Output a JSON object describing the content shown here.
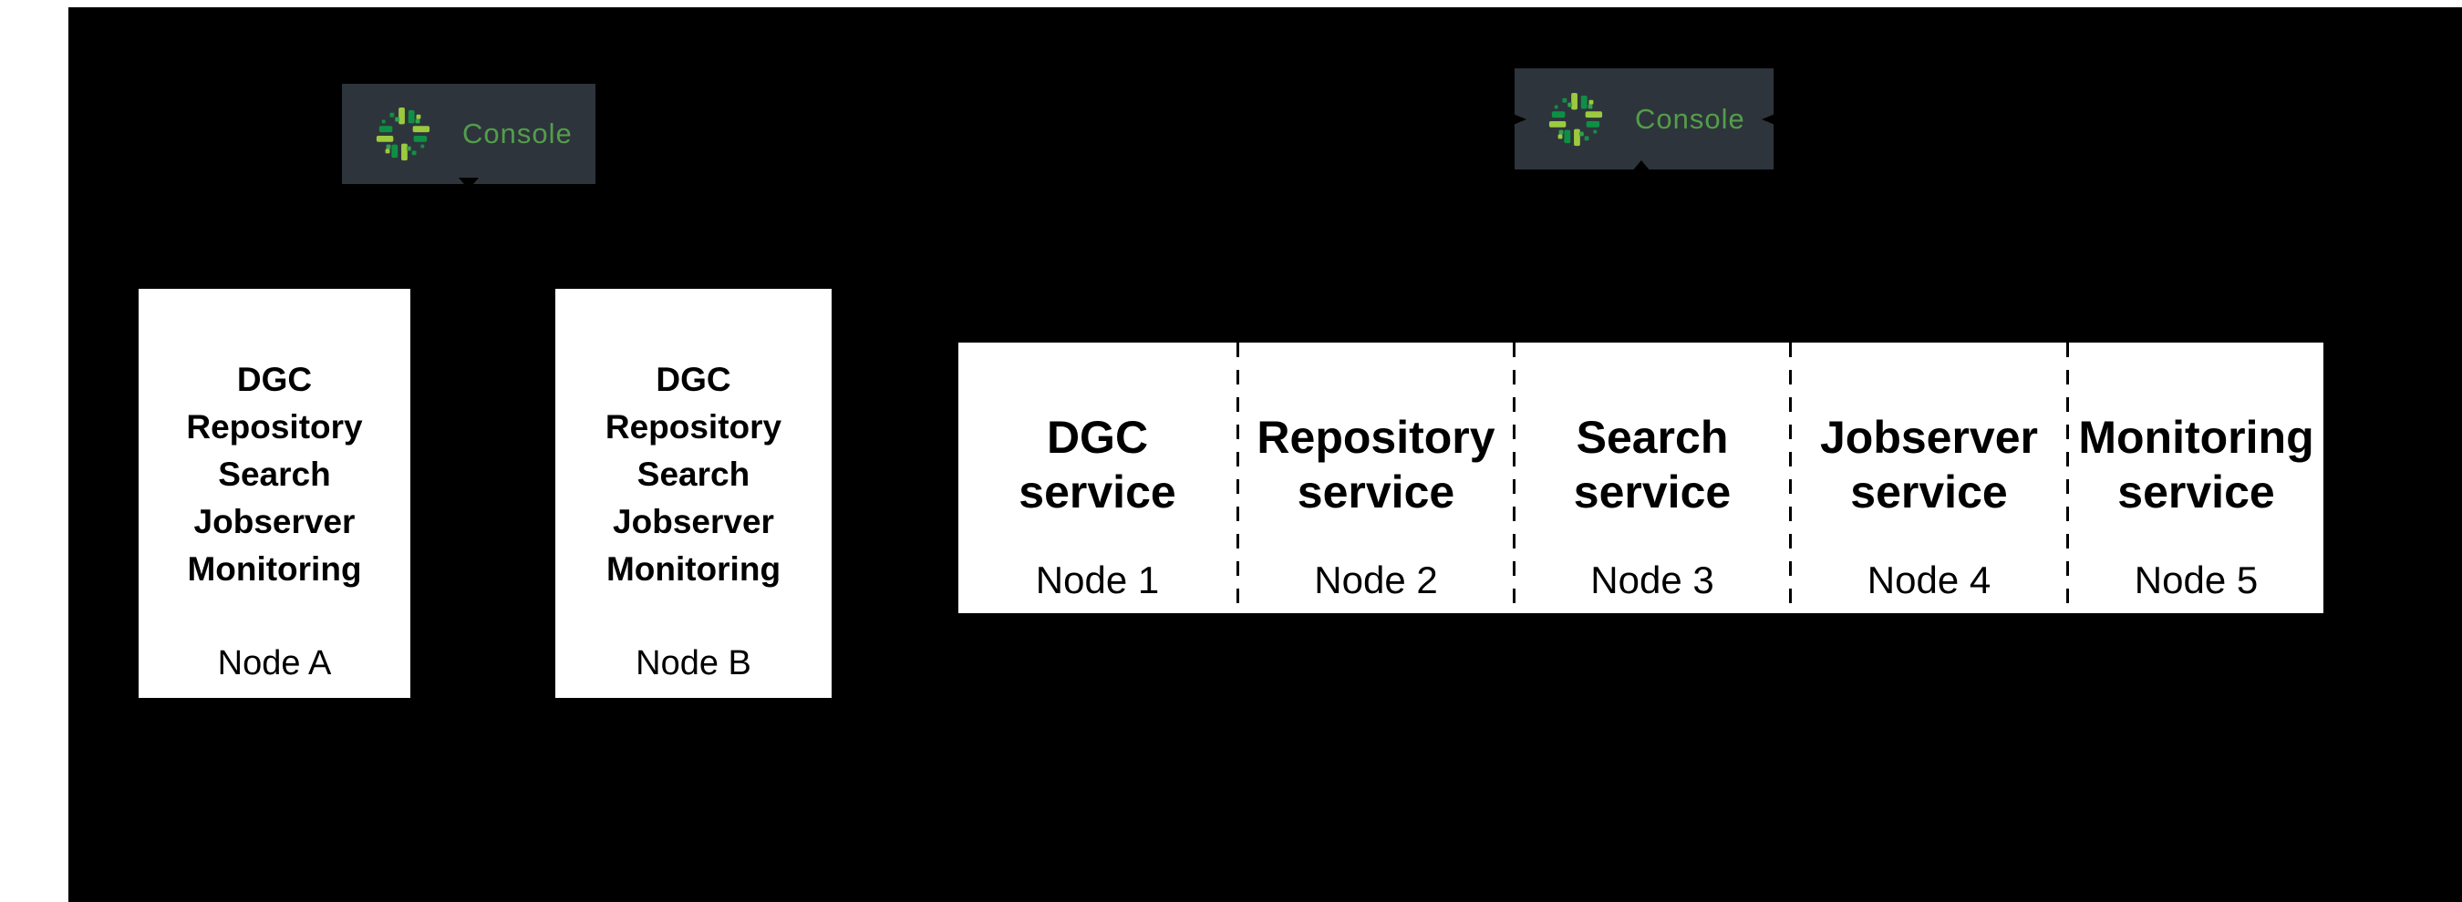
{
  "colors": {
    "page_bg": "#ffffff",
    "canvas_bg": "#000000",
    "box_bg": "#ffffff",
    "box_text": "#000000",
    "console_bg": "#2e343b",
    "console_text": "#529e4a",
    "icon_green_light": "#9bca3f",
    "icon_green_mid": "#2fa14c",
    "icon_green_dark": "#0e9044",
    "connector": "#000000"
  },
  "consoles": {
    "left": {
      "label": "Console",
      "icon": "console-burst-icon"
    },
    "right": {
      "label": "Console",
      "icon": "console-burst-icon"
    }
  },
  "left_cluster": {
    "nodes": [
      {
        "services": [
          "DGC",
          "Repository",
          "Search",
          "Jobserver",
          "Monitoring"
        ],
        "node_label": "Node A"
      },
      {
        "services": [
          "DGC",
          "Repository",
          "Search",
          "Jobserver",
          "Monitoring"
        ],
        "node_label": "Node B"
      }
    ]
  },
  "right_cluster": {
    "cells": [
      {
        "service_line1": "DGC",
        "service_line2": "service",
        "node_label": "Node 1"
      },
      {
        "service_line1": "Repository",
        "service_line2": "service",
        "node_label": "Node 2"
      },
      {
        "service_line1": "Search",
        "service_line2": "service",
        "node_label": "Node 3"
      },
      {
        "service_line1": "Jobserver",
        "service_line2": "service",
        "node_label": "Node 4"
      },
      {
        "service_line1": "Monitoring",
        "service_line2": "service",
        "node_label": "Node 5"
      }
    ]
  }
}
